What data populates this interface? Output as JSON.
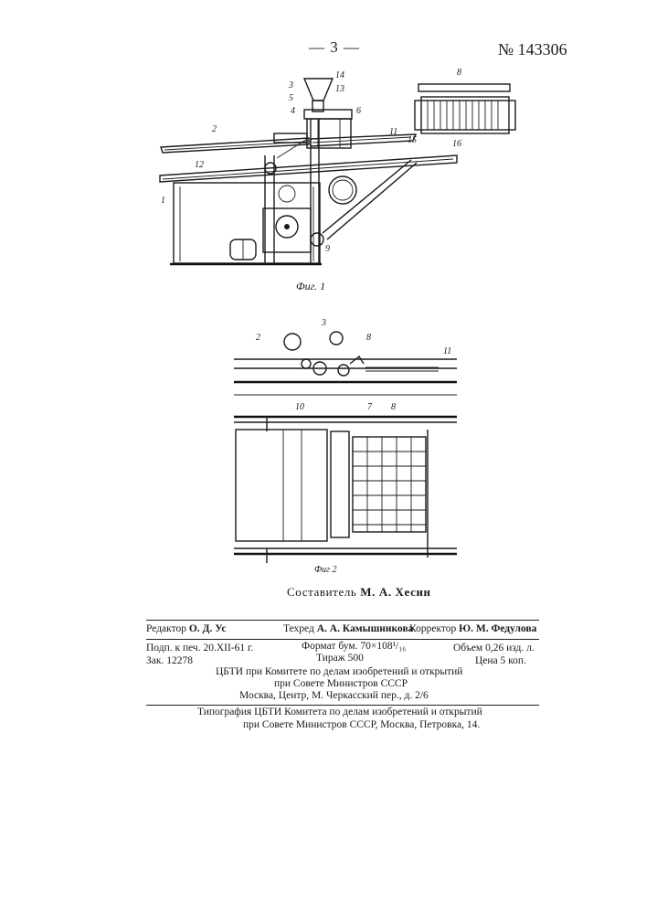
{
  "header": {
    "page_number": "— 3 —",
    "patent_number": "№ 143306"
  },
  "figure1": {
    "caption": "Фиг. 1",
    "labels": [
      "14",
      "3",
      "13",
      "5",
      "4",
      "6",
      "2",
      "11",
      "12",
      "1",
      "9",
      "8",
      "15",
      "16"
    ]
  },
  "figure2": {
    "caption": "Фиг 2",
    "labels": [
      "3",
      "2",
      "8",
      "11",
      "10",
      "7",
      "8"
    ]
  },
  "compiler": {
    "label": "Составитель",
    "name": "М. А. Хесин"
  },
  "imprint": {
    "editor_label": "Редактор",
    "editor_name": "О. Д. Ус",
    "techred_label": "Техред",
    "techred_name": "А. А. Камышникова",
    "corrector_label": "Корректор",
    "corrector_name": "Ю. М. Федулова",
    "signed": "Подп. к печ. 20.XII-61 г.",
    "format": "Формат бум. 70×108¹/₁₆",
    "volume": "Объем 0,26 изд. л.",
    "order": "Зак. 12278",
    "print_run": "Тираж 500",
    "price": "Цена 5 коп.",
    "cbti_line1": "ЦБТИ при Комитете по делам изобретений и открытий",
    "cbti_line2": "при Совете Министров СССР",
    "cbti_line3": "Москва, Центр, М. Черкасский пер., д. 2/6",
    "typography_line1": "Типография ЦБТИ Комитета по делам изобретений и открытий",
    "typography_line2": "при Совете Министров СССР, Москва, Петровка, 14."
  }
}
